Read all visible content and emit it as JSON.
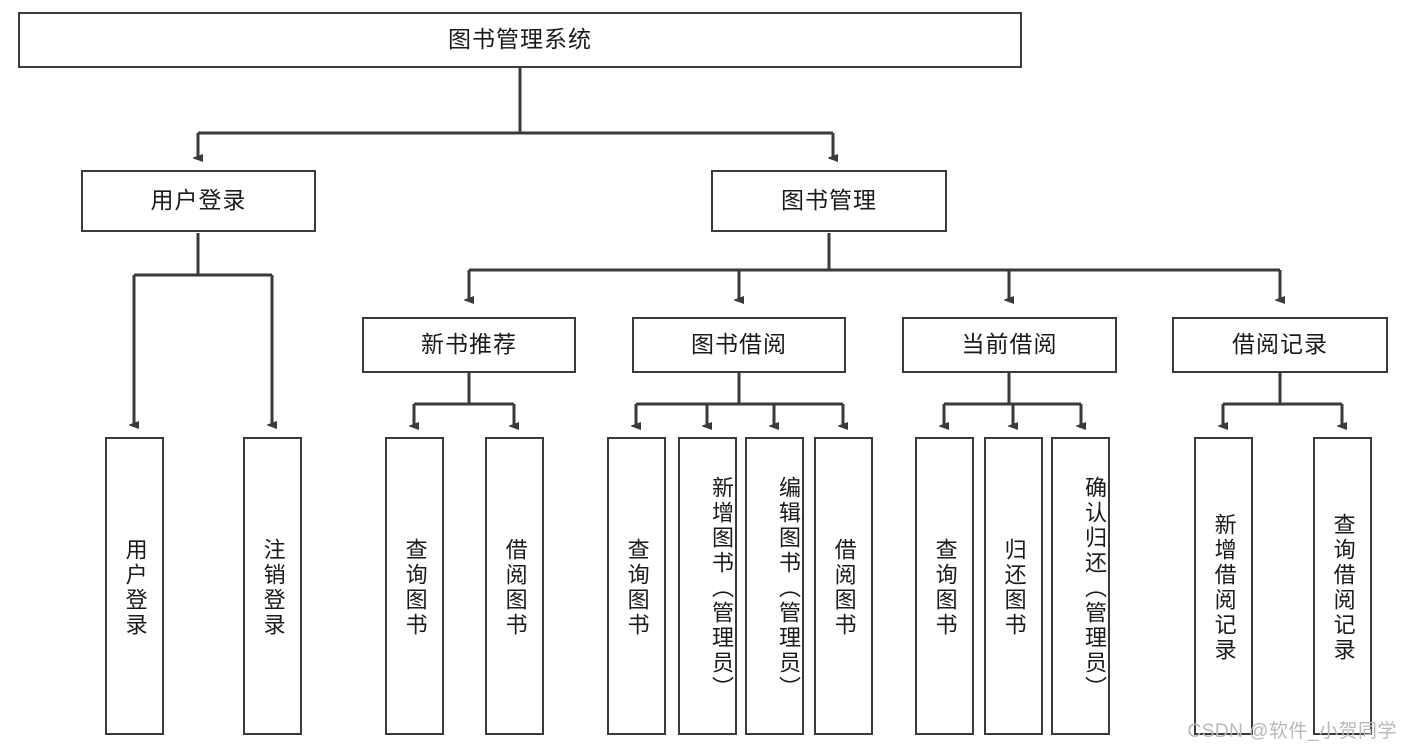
{
  "diagram": {
    "type": "tree",
    "title": "图书管理系统",
    "root": {
      "label": "图书管理系统"
    },
    "level2": [
      {
        "label": "用户登录"
      },
      {
        "label": "图书管理"
      }
    ],
    "level3": [
      {
        "label": "新书推荐"
      },
      {
        "label": "图书借阅"
      },
      {
        "label": "当前借阅"
      },
      {
        "label": "借阅记录"
      }
    ],
    "leaves": {
      "user_login": [
        {
          "label": "用户登录"
        },
        {
          "label": "注销登录"
        }
      ],
      "new_book_recommend": [
        {
          "label": "查询图书"
        },
        {
          "label": "借阅图书"
        }
      ],
      "book_borrow": [
        {
          "label": "查询图书"
        },
        {
          "label": "新增图书（管理员）"
        },
        {
          "label": "编辑图书（管理员）"
        },
        {
          "label": "借阅图书"
        }
      ],
      "current_borrow": [
        {
          "label": "查询图书"
        },
        {
          "label": "归还图书"
        },
        {
          "label": "确认归还（管理员）"
        }
      ],
      "borrow_record": [
        {
          "label": "新增借阅记录"
        },
        {
          "label": "查询借阅记录"
        }
      ]
    }
  },
  "watermark": {
    "text": "CSDN @软件_小贺同学"
  },
  "colors": {
    "border": "#3a3a3a",
    "text": "#1a1a1a",
    "background": "#ffffff",
    "connector": "#3a3a3a",
    "watermark": "#b9b9b9"
  }
}
